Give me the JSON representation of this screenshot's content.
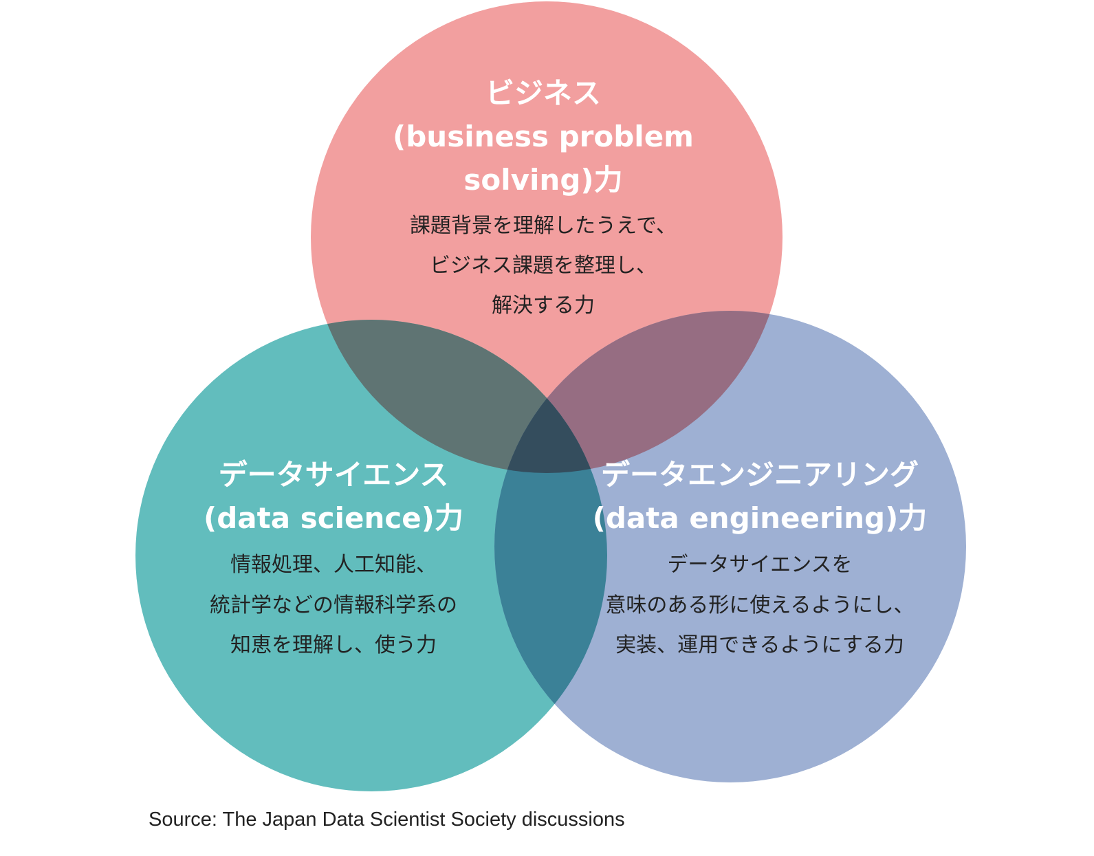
{
  "circles": {
    "business": {
      "color": "#f29f9f",
      "title_lines": [
        "ビジネス",
        "(business problem",
        "solving)力"
      ],
      "desc_lines": [
        "課題背景を理解したうえで、",
        "ビジネス課題を整理し、",
        "解決する力"
      ]
    },
    "data_science": {
      "color": "#62bdbd",
      "title_lines": [
        "データサイエンス",
        "(data science)力"
      ],
      "desc_lines": [
        "情報処理、人工知能、",
        "統計学などの情報科学系の",
        "知恵を理解し、使う力"
      ]
    },
    "data_engineering": {
      "color": "#9eb0d3",
      "title_lines": [
        "データエンジニアリング",
        "(data engineering)力"
      ],
      "desc_lines": [
        "データサイエンスを",
        "意味のある形に使えるようにし、",
        "実装、運用できるようにする力"
      ]
    }
  },
  "overlap_colors": {
    "business_science": "#5f7473",
    "business_engineering": "#966d82",
    "science_engineering": "#3b8197",
    "center": "#344d5d"
  },
  "source": "Source: The Japan Data Scientist Society discussions"
}
